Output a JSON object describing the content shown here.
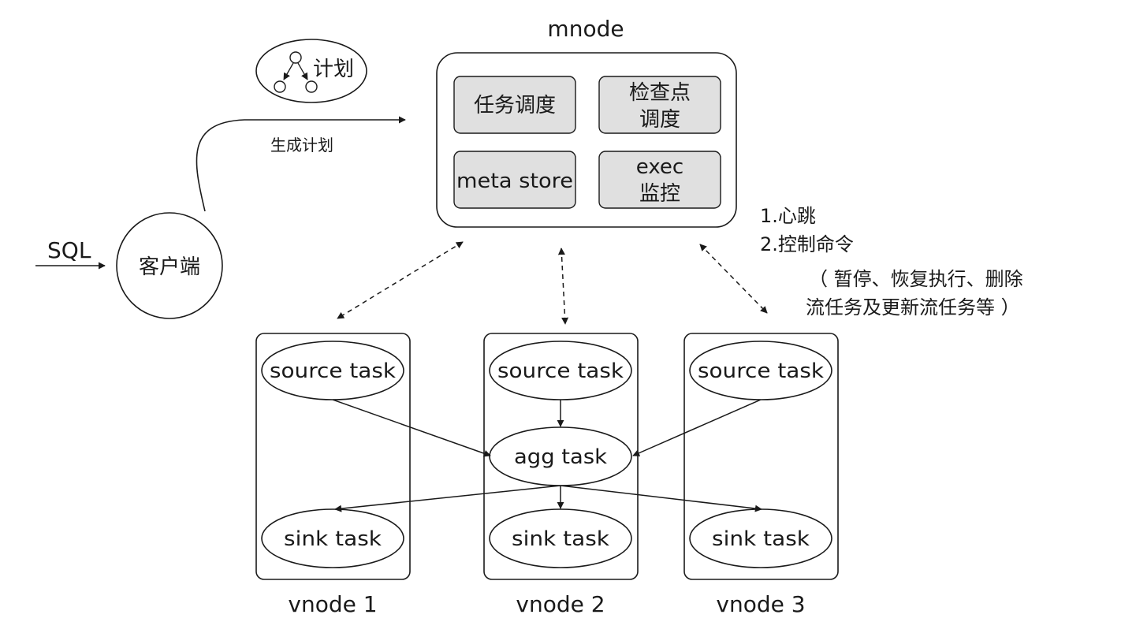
{
  "client": {
    "sql_label": "SQL",
    "label": "客户端",
    "generate_plan_label": "生成计划"
  },
  "plan": {
    "label": "计划"
  },
  "mnode": {
    "title": "mnode",
    "modules": {
      "task_scheduling": [
        "任务调度"
      ],
      "checkpoint_scheduling": [
        "检查点",
        "调度"
      ],
      "meta_store": [
        "meta store"
      ],
      "exec_monitor": [
        "exec",
        "监控"
      ]
    }
  },
  "control_notes": {
    "heartbeat": "1.心跳",
    "control_commands": "2.控制命令",
    "examples_line1": "（ 暂停、恢复执行、删除",
    "examples_line2": "流任务及更新流任务等 ）"
  },
  "vnodes": [
    {
      "name": "vnode 1",
      "tasks": {
        "source": "source task",
        "sink": "sink task"
      }
    },
    {
      "name": "vnode 2",
      "tasks": {
        "source": "source task",
        "agg": "agg task",
        "sink": "sink task"
      }
    },
    {
      "name": "vnode 3",
      "tasks": {
        "source": "source task",
        "sink": "sink task"
      }
    }
  ],
  "colors": {
    "stroke": "#1a1a1a",
    "module_fill": "#e0e0e0",
    "background": "#ffffff"
  }
}
